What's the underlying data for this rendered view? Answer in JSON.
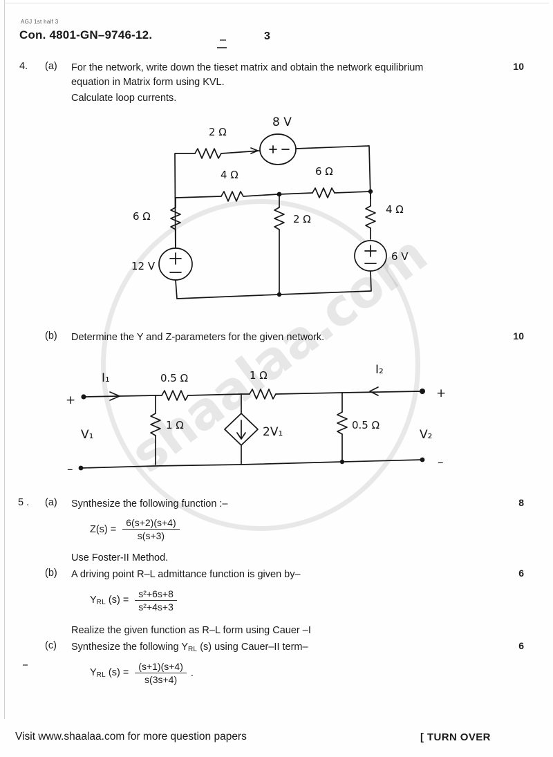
{
  "header": {
    "code_small": "AGJ 1st half 3",
    "con_number": "Con. 4801-GN–9746-12.",
    "page_number": "3"
  },
  "questions": [
    {
      "number": "4.",
      "parts": [
        {
          "label": "(a)",
          "lines": [
            "For the network, write down the tieset matrix and obtain the network equilibrium",
            "equation in Matrix form using KVL.",
            "Calculate loop currents."
          ],
          "marks": "10"
        },
        {
          "label": "(b)",
          "lines": [
            "Determine the Y and Z-parameters for the given network."
          ],
          "marks": "10"
        }
      ]
    },
    {
      "number": "5 .",
      "parts": [
        {
          "label": "(a)",
          "lines": [
            "Synthesize the following function :–"
          ],
          "marks": "8",
          "formula": {
            "lhs": "Z(s) =",
            "numerator": "6(s+2)(s+4)",
            "denominator": "s(s+3)"
          },
          "after": "Use Foster-II Method."
        },
        {
          "label": "(b)",
          "lines": [
            "A driving point R–L admittance function is given by–"
          ],
          "marks": "6",
          "formula": {
            "lhs_main": "Y",
            "lhs_sub": "RL",
            "lhs_rest": "(s) =",
            "numerator": "s²+6s+8",
            "denominator": "s²+4s+3"
          },
          "after": "Realize the given function as R–L form using Cauer –I"
        },
        {
          "label": "(c)",
          "lines": [
            "Synthesize the following Y",
            "RL",
            " (s) using Cauer–II term–"
          ],
          "line_plain": "Synthesize the following YRL (s) using Cauer–II term–",
          "marks": "6",
          "formula": {
            "lhs_main": "Y",
            "lhs_sub": "RL",
            "lhs_rest": "(s) =",
            "numerator": "(s+1)(s+4)",
            "denominator": "s(3s+4)",
            "trailing": "."
          }
        }
      ]
    }
  ],
  "circuit_tieset": {
    "caption": "hand-drawn two-loop resistive network with three sources",
    "components": [
      {
        "id": "r-2ohm-top",
        "label": "2 Ω",
        "type": "resistor"
      },
      {
        "id": "src-8v",
        "label": "8 V",
        "type": "voltage-source",
        "polarity": "+ –"
      },
      {
        "id": "r-4ohm",
        "label": "4 Ω",
        "type": "resistor"
      },
      {
        "id": "r-6ohm-mid",
        "label": "6 Ω",
        "type": "resistor"
      },
      {
        "id": "r-6ohm-left",
        "label": "6 Ω",
        "type": "resistor"
      },
      {
        "id": "r-2ohm-mid",
        "label": "2 Ω",
        "type": "resistor"
      },
      {
        "id": "r-4ohm-right",
        "label": "4 Ω",
        "type": "resistor"
      },
      {
        "id": "src-12v",
        "label": "12 V",
        "type": "voltage-source",
        "polarity": "+ –"
      },
      {
        "id": "src-6v",
        "label": "6 V",
        "type": "voltage-source",
        "polarity": "+ –"
      }
    ]
  },
  "circuit_twoport": {
    "caption": "hand-drawn two-port network with dependent current source",
    "components": [
      {
        "id": "port1-current",
        "label": "I₁",
        "type": "current-label"
      },
      {
        "id": "port1-voltage",
        "label": "V₁",
        "type": "voltage-label"
      },
      {
        "id": "r-0p5-series",
        "label": "0.5 Ω",
        "type": "resistor"
      },
      {
        "id": "r-1-shunt",
        "label": "1 Ω",
        "type": "resistor"
      },
      {
        "id": "r-1-series",
        "label": "1 Ω",
        "type": "resistor"
      },
      {
        "id": "dep-src",
        "label": "2V₁",
        "type": "dependent-current-source"
      },
      {
        "id": "r-0p5-shunt",
        "label": "0.5 Ω",
        "type": "resistor"
      },
      {
        "id": "port2-current",
        "label": "I₂",
        "type": "current-label"
      },
      {
        "id": "port2-voltage",
        "label": "V₂",
        "type": "voltage-label"
      },
      {
        "id": "port1-plus",
        "label": "+",
        "type": "terminal"
      },
      {
        "id": "port1-minus",
        "label": "–",
        "type": "terminal"
      },
      {
        "id": "port2-plus",
        "label": "+",
        "type": "terminal"
      },
      {
        "id": "port2-minus",
        "label": "–",
        "type": "terminal"
      }
    ]
  },
  "watermark": {
    "text": "shaalaa.com"
  },
  "footer": {
    "visit_text": "Visit www.shaalaa.com for more question papers",
    "turn_over": "[ TURN OVER"
  }
}
